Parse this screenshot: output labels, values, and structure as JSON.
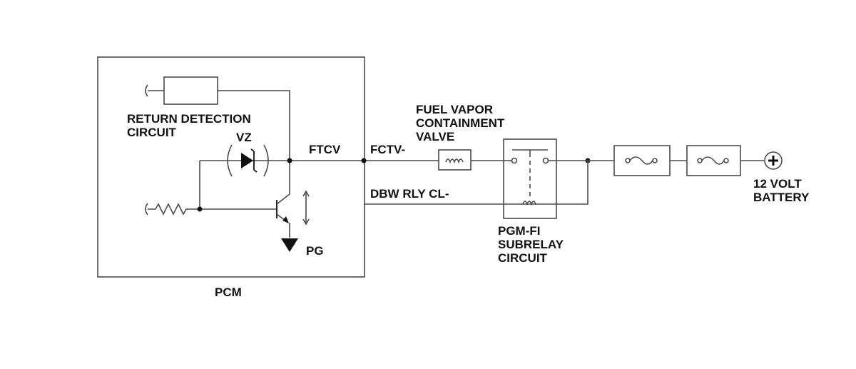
{
  "labels": {
    "return_detection": [
      "RETURN DETECTION",
      "CIRCUIT"
    ],
    "vz": "VZ",
    "ftcv": "FTCV",
    "fctv_minus": "FCTV-",
    "fuel_vapor": [
      "FUEL VAPOR",
      "CONTAINMENT",
      "VALVE"
    ],
    "dbw_rly": "DBW RLY CL-",
    "pg": "PG",
    "pcm": "PCM",
    "pgm_fi": [
      "PGM-FI",
      "SUBRELAY",
      "CIRCUIT"
    ],
    "battery": [
      "12 VOLT",
      "BATTERY"
    ]
  }
}
